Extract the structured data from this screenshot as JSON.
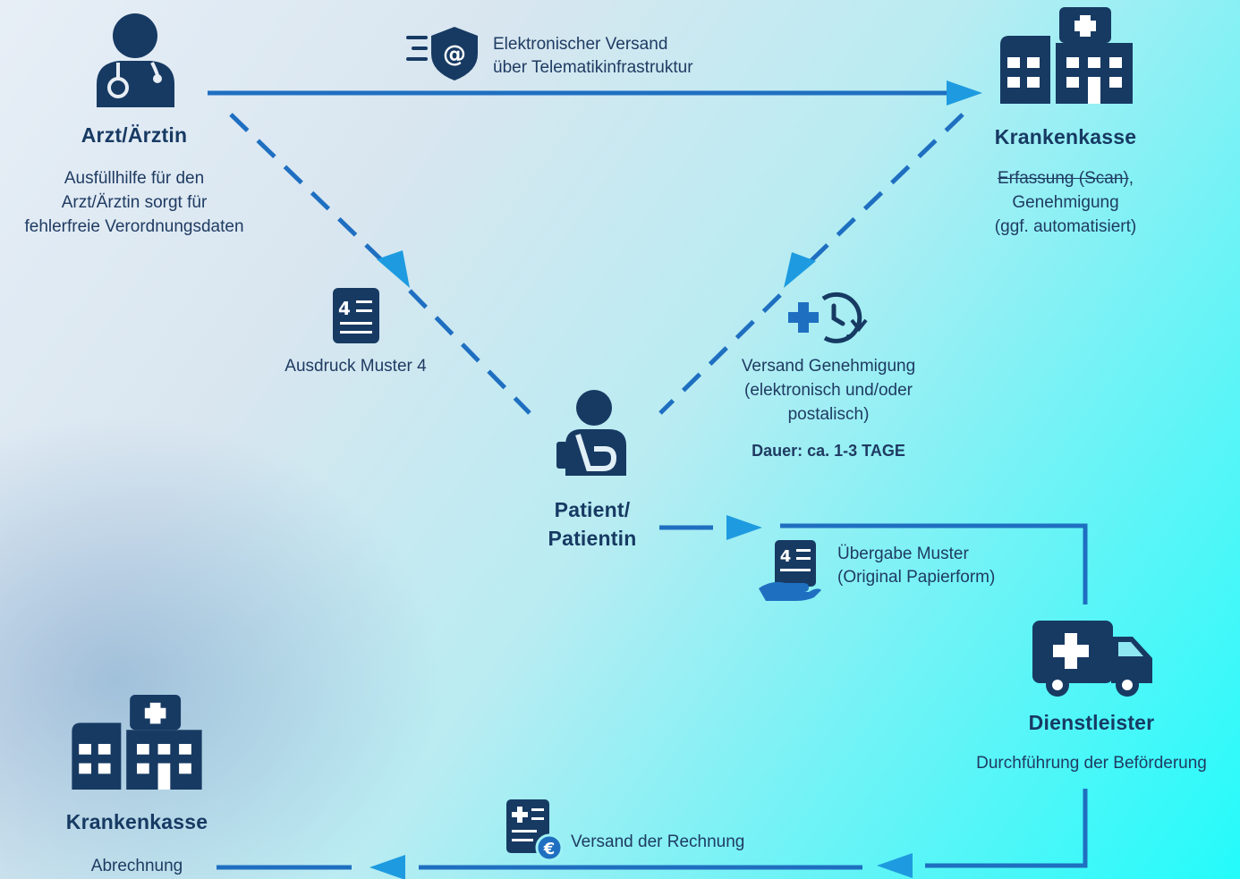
{
  "doctor": {
    "title": "Arzt/Ärztin",
    "desc_lines": [
      "Ausfüllhilfe für den",
      "Arzt/Ärztin sorgt für",
      "fehlerfreie Verordnungsdaten"
    ]
  },
  "insurer_top": {
    "title": "Krankenkasse",
    "desc_strike": "Erfassung (Scan)",
    "desc_comma": ",",
    "desc_line2": "Genehmigung",
    "desc_line3": "(ggf. automatisiert)"
  },
  "electronic": {
    "line1": "Elektronischer Versand",
    "line2": "über Telematikinfrastruktur"
  },
  "printout": {
    "label": "Ausdruck Muster 4"
  },
  "approval": {
    "line1": "Versand Genehmigung",
    "line2": "(elektronisch und/oder",
    "line3": "postalisch)",
    "duration": "Dauer: ca. 1-3 TAGE"
  },
  "patient": {
    "line1": "Patient/",
    "line2": "Patientin"
  },
  "handover": {
    "line1": "Übergabe Muster",
    "line2": "(Original Papierform)"
  },
  "provider": {
    "title": "Dienstleister",
    "desc": "Durchführung der Beförderung"
  },
  "insurer_bottom": {
    "title": "Krankenkasse",
    "desc": "Abrechnung"
  },
  "invoice": {
    "label": "Versand der Rechnung"
  },
  "icons": {
    "doctor": "doctor-icon",
    "hospital": "hospital-icon",
    "secure_mail": "secure-mail-icon",
    "form": "form-4-icon",
    "clock_plus": "medical-clock-icon",
    "patient": "patient-icon",
    "form_hand": "form-in-hand-icon",
    "ambulance": "ambulance-icon",
    "invoice": "invoice-euro-icon"
  },
  "colors": {
    "dark_blue": "#173a63",
    "line_blue": "#1f6fc1",
    "arrow_blue": "#1e9be0",
    "text": "#1f3b62"
  }
}
